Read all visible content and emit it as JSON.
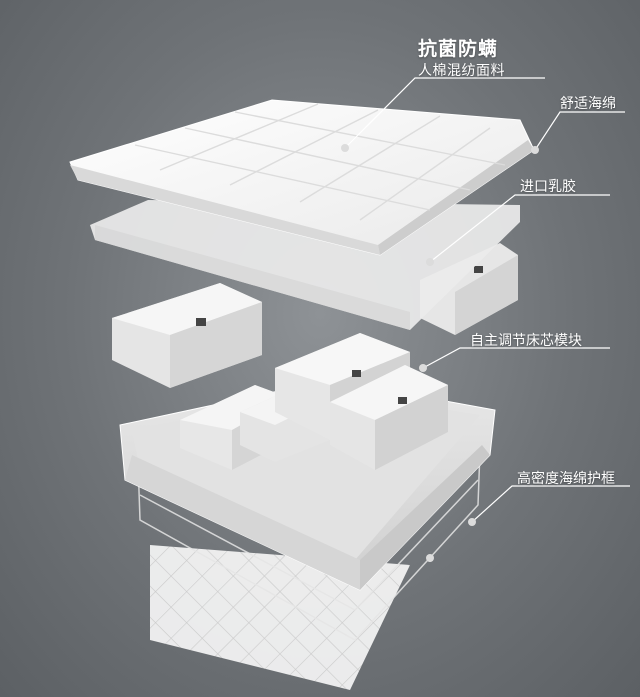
{
  "layers": {
    "top_fabric": {
      "title": "抗菌防螨",
      "subtitle": "人棉混纺面料"
    },
    "comfort_foam": {
      "label": "舒适海绵"
    },
    "latex": {
      "label": "进口乳胶"
    },
    "modules": {
      "label": "自主调节床芯模块"
    },
    "frame": {
      "label": "高密度海绵护框"
    }
  },
  "colors": {
    "background": "#6f7377",
    "layer_white": "#f4f4f4",
    "callout_line": "#ffffff"
  }
}
